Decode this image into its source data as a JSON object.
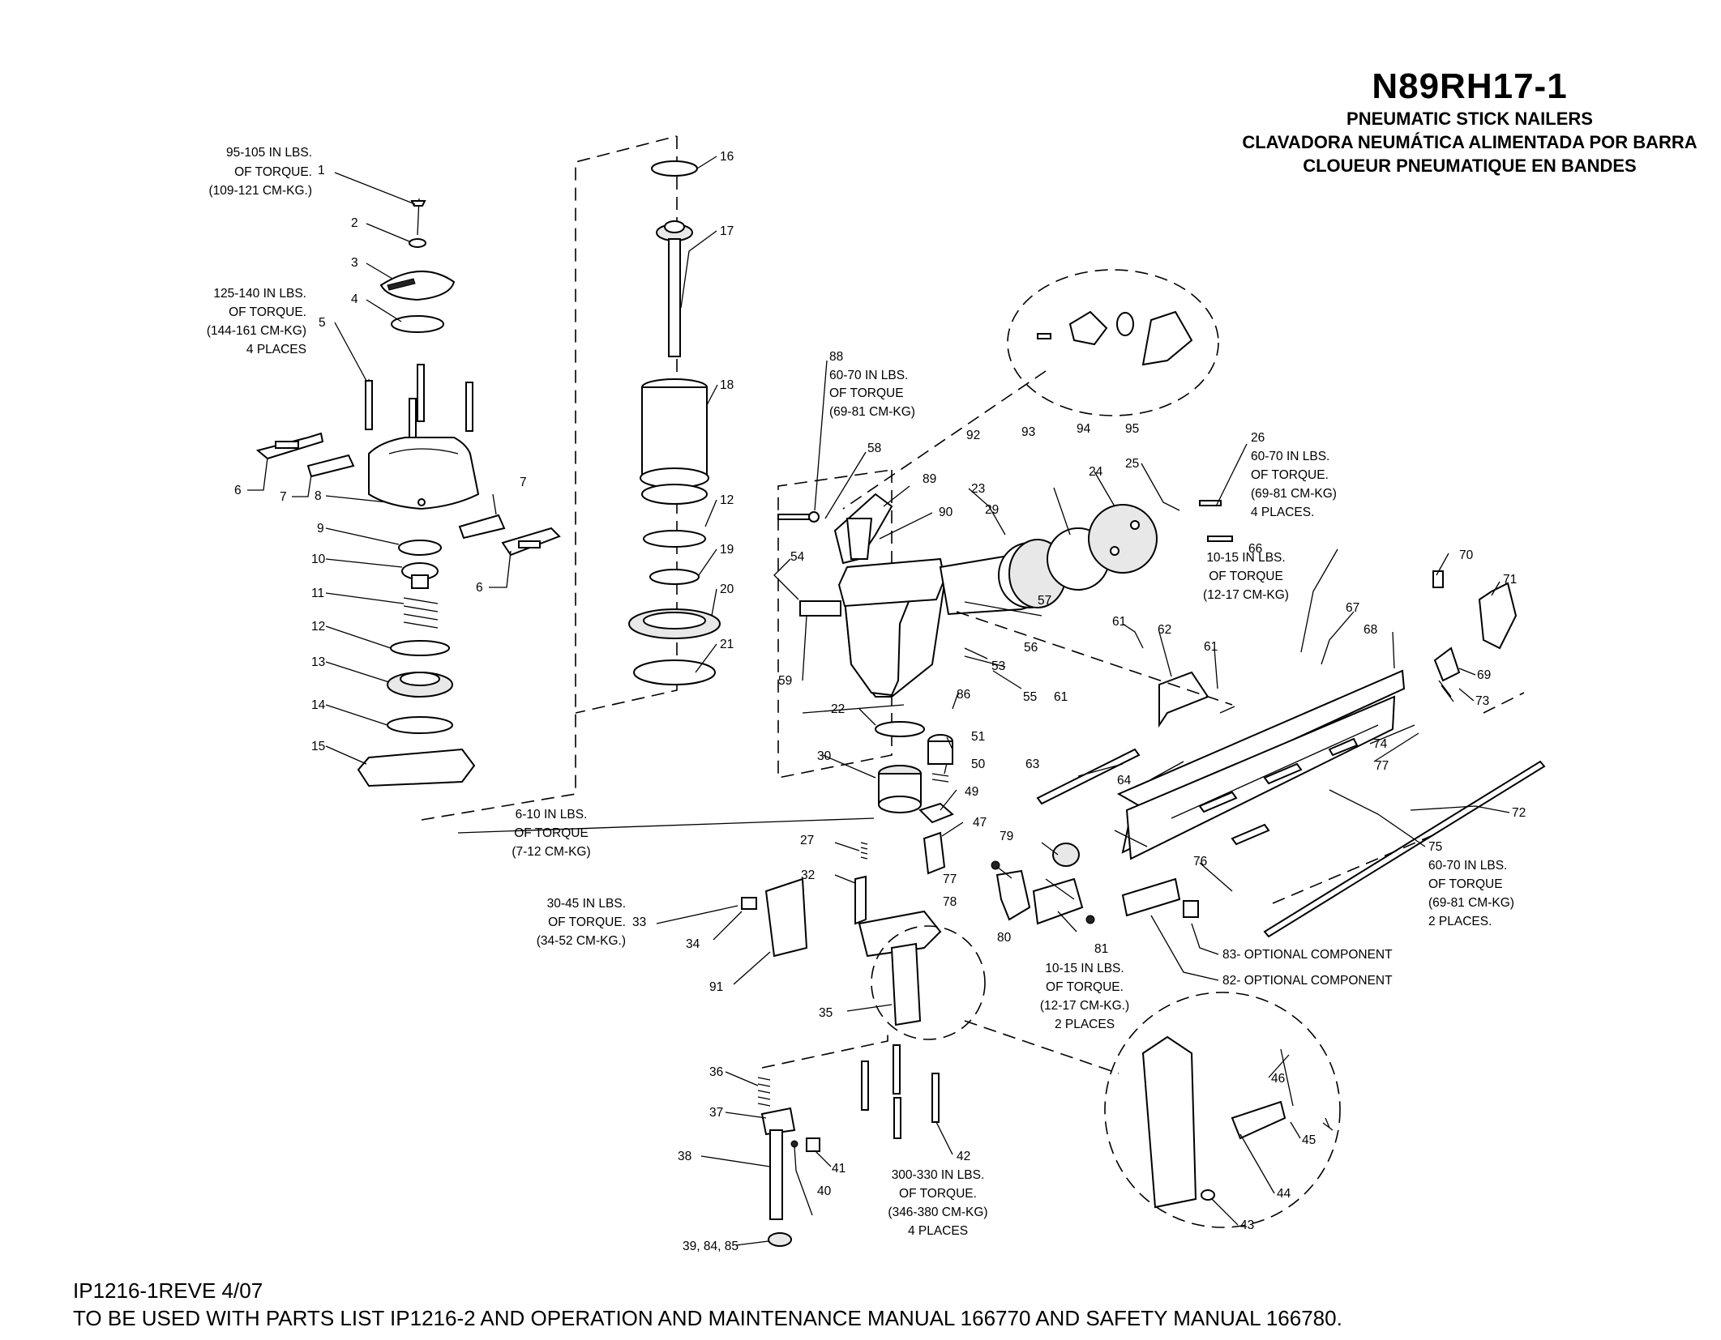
{
  "title": {
    "model": "N89RH17-1",
    "line_en": "PNEUMATIC STICK NAILERS",
    "line_es": "CLAVADORA NEUMÁTICA ALIMENTADA POR BARRA",
    "line_fr": "CLOUEUR PNEUMATIQUE EN BANDES"
  },
  "footer": {
    "revision": "IP1216-1REVE 4/07",
    "note": "TO BE USED WITH PARTS LIST IP1216-2 AND OPERATION AND MAINTENANCE MANUAL 166770 AND SAFETY MANUAL 166780."
  },
  "torque_notes": {
    "t1": [
      "95-105 IN LBS.",
      "OF TORQUE.",
      "(109-121 CM-KG.)"
    ],
    "t5": [
      "125-140 IN LBS.",
      "OF TORQUE.",
      "(144-161 CM-KG)",
      "4 PLACES"
    ],
    "t88": [
      "60-70 IN LBS.",
      "OF TORQUE",
      "(69-81 CM-KG)"
    ],
    "t26": [
      "60-70 IN LBS.",
      "OF TORQUE.",
      "(69-81 CM-KG)",
      "4 PLACES."
    ],
    "t66": [
      "10-15 IN LBS.",
      "OF TORQUE",
      "(12-17 CM-KG)"
    ],
    "t57": [
      "6-10 IN LBS.",
      "OF TORQUE",
      "(7-12 CM-KG)"
    ],
    "t33": [
      "30-45 IN LBS.",
      "OF TORQUE.",
      "(34-52 CM-KG.)"
    ],
    "t81": [
      "10-15 IN LBS.",
      "OF TORQUE.",
      "(12-17 CM-KG.)",
      "2 PLACES"
    ],
    "t42": [
      "300-330 IN LBS.",
      "OF TORQUE.",
      "(346-380 CM-KG)",
      "4 PLACES"
    ],
    "t75": [
      "60-70 IN LBS.",
      "OF TORQUE",
      "(69-81 CM-KG)",
      "2 PLACES."
    ]
  },
  "optional": {
    "c83": "83- OPTIONAL COMPONENT",
    "c82": "82- OPTIONAL COMPONENT"
  },
  "callouts": {
    "n1": "1",
    "n2": "2",
    "n3": "3",
    "n4": "4",
    "n5": "5",
    "n6a": "6",
    "n6b": "6",
    "n7a": "7",
    "n7b": "7",
    "n8": "8",
    "n9": "9",
    "n10": "10",
    "n11": "11",
    "n12a": "12",
    "n12b": "12",
    "n13": "13",
    "n14": "14",
    "n15": "15",
    "n16": "16",
    "n17": "17",
    "n18": "18",
    "n19": "19",
    "n20": "20",
    "n21": "21",
    "n22": "22",
    "n23": "23",
    "n24": "24",
    "n25": "25",
    "n26": "26",
    "n27": "27",
    "n29": "29",
    "n30": "30",
    "n32": "32",
    "n33": "33",
    "n34": "34",
    "n35": "35",
    "n36": "36",
    "n37": "37",
    "n38": "38",
    "n39": "39, 84, 85",
    "n40": "40",
    "n41": "41",
    "n42": "42",
    "n43": "43",
    "n44": "44",
    "n45": "45",
    "n46": "46",
    "n47": "47",
    "n49": "49",
    "n50": "50",
    "n51": "51",
    "n53": "53",
    "n54": "54",
    "n55": "55",
    "n56": "56",
    "n57": "57",
    "n58": "58",
    "n59": "59",
    "n61a": "61",
    "n61b": "61",
    "n61c": "61",
    "n62": "62",
    "n63": "63",
    "n64": "64",
    "n66": "66",
    "n67": "67",
    "n68": "68",
    "n69": "69",
    "n70": "70",
    "n71": "71",
    "n72": "72",
    "n73": "73",
    "n74": "74",
    "n75": "75",
    "n76": "76",
    "n77a": "77",
    "n77b": "77",
    "n78": "78",
    "n79": "79",
    "n80": "80",
    "n81": "81",
    "n86": "86",
    "n88": "88",
    "n89": "89",
    "n90": "90",
    "n91": "91",
    "n92": "92",
    "n93": "93",
    "n94": "94",
    "n95": "95"
  }
}
